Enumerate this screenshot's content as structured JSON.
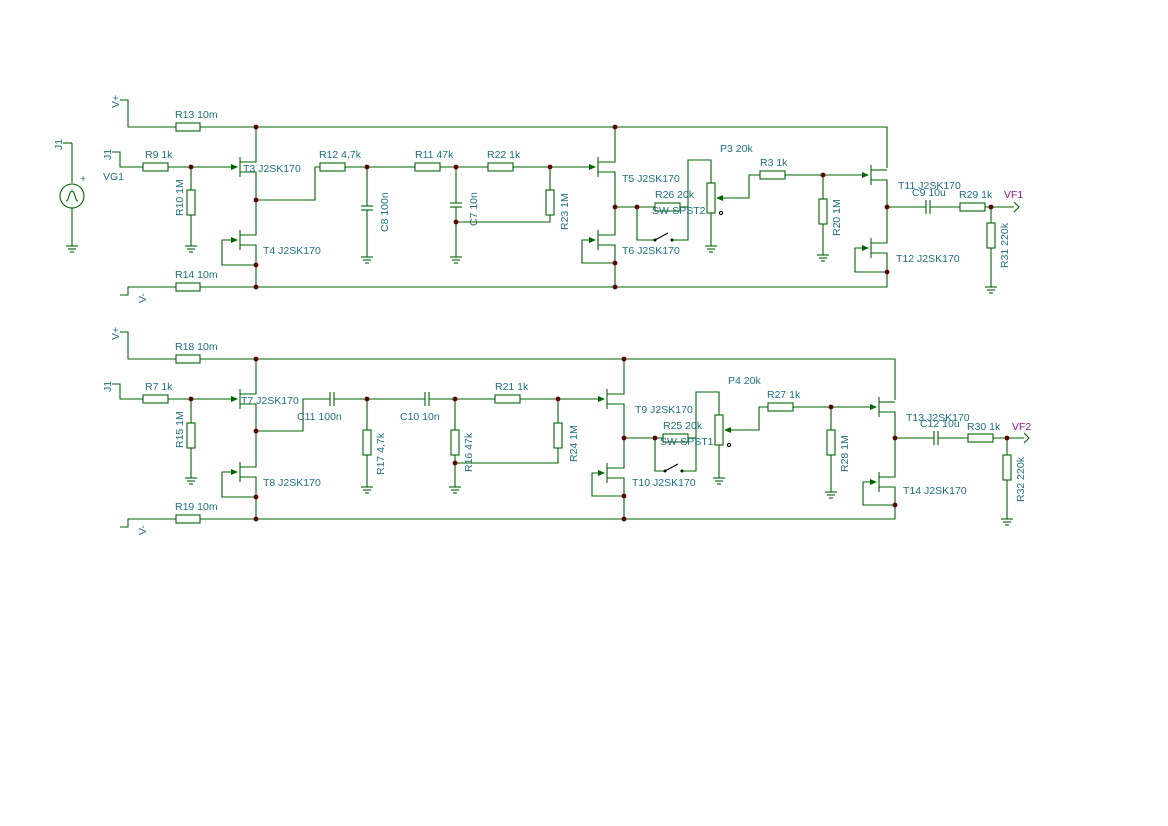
{
  "labels": {
    "J1": "J1",
    "VG1": "VG1",
    "vplus": "V+",
    "vminus": "V-",
    "VF1": "VF1",
    "VF2": "VF2",
    "R13": "R13 10m",
    "R14": "R14 10m",
    "R9": "R9 1k",
    "R10": "R10 1M",
    "T3": "T3 J2SK170",
    "T4": "T4 J2SK170",
    "R12": "R12 4,7k",
    "C8": "C8 100n",
    "R11": "R11 47k",
    "C7": "C7 10n",
    "R22": "R22 1k",
    "R23": "R23 1M",
    "T5": "T5 J2SK170",
    "T6": "T6 J2SK170",
    "R26": "R26 20k",
    "SW2": "SW-SPST2",
    "P3": "P3 20k",
    "R3": "R3 1k",
    "R20": "R20 1M",
    "T11": "T11 J2SK170",
    "T12": "T12 J2SK170",
    "C9": "C9 10u",
    "R29": "R29 1k",
    "R31": "R31 220k",
    "R18": "R18 10m",
    "R19": "R19 10m",
    "R7": "R7 1k",
    "R15": "R15 1M",
    "T7": "T7 J2SK170",
    "T8": "T8 J2SK170",
    "C11": "C11 100n",
    "R17": "R17 4,7k",
    "C10": "C10 10n",
    "R16": "R16 47k",
    "R21": "R21 1k",
    "R24": "R24 1M",
    "T9": "T9 J2SK170",
    "T10": "T10 J2SK170",
    "R25": "R25 20k",
    "SW1": "SW-SPST1",
    "P4": "P4 20k",
    "R27": "R27 1k",
    "R28": "R28 1M",
    "T13": "T13 J2SK170",
    "T14": "T14 J2SK170",
    "C12": "C12 10u",
    "R30": "R30 1k",
    "R32": "R32 220k"
  },
  "colors": {
    "wire": "#006400",
    "junction": "#600000",
    "label": "#1f6f80",
    "output_label": "#8a1a8a"
  }
}
